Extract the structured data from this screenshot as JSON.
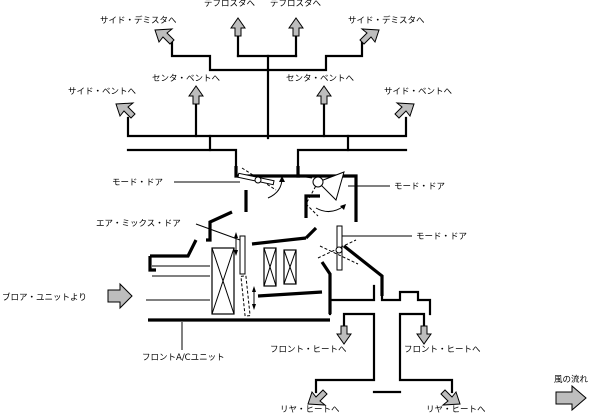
{
  "labels": {
    "defroster_left": "デフロスタへ",
    "defroster_right": "デフロスタへ",
    "side_demister_left": "サイド・デミスタへ",
    "side_demister_right": "サイド・デミスタへ",
    "center_vent_left": "センタ・ベントへ",
    "center_vent_right": "センタ・ベントへ",
    "side_vent_left": "サイド・ベントへ",
    "side_vent_right": "サイド・ベントへ",
    "mode_door_upper_left": "モード・ドア",
    "mode_door_upper_right": "モード・ドア",
    "mode_door_lower": "モード・ドア",
    "air_mix_door": "エア・ミックス・ドア",
    "from_blower_unit": "ブロア・ユニットより",
    "front_ac_unit": "フロントA/Cユニット",
    "front_heat_left": "フロント・ヒートへ",
    "front_heat_right": "フロント・ヒートへ",
    "rear_heat_left": "リヤ・ヒートへ",
    "rear_heat_right": "リヤ・ヒートへ",
    "airflow_legend": "風の流れ"
  },
  "colors": {
    "arrow_fill": "#bdbdbd",
    "line": "#000000",
    "background": "#ffffff"
  }
}
